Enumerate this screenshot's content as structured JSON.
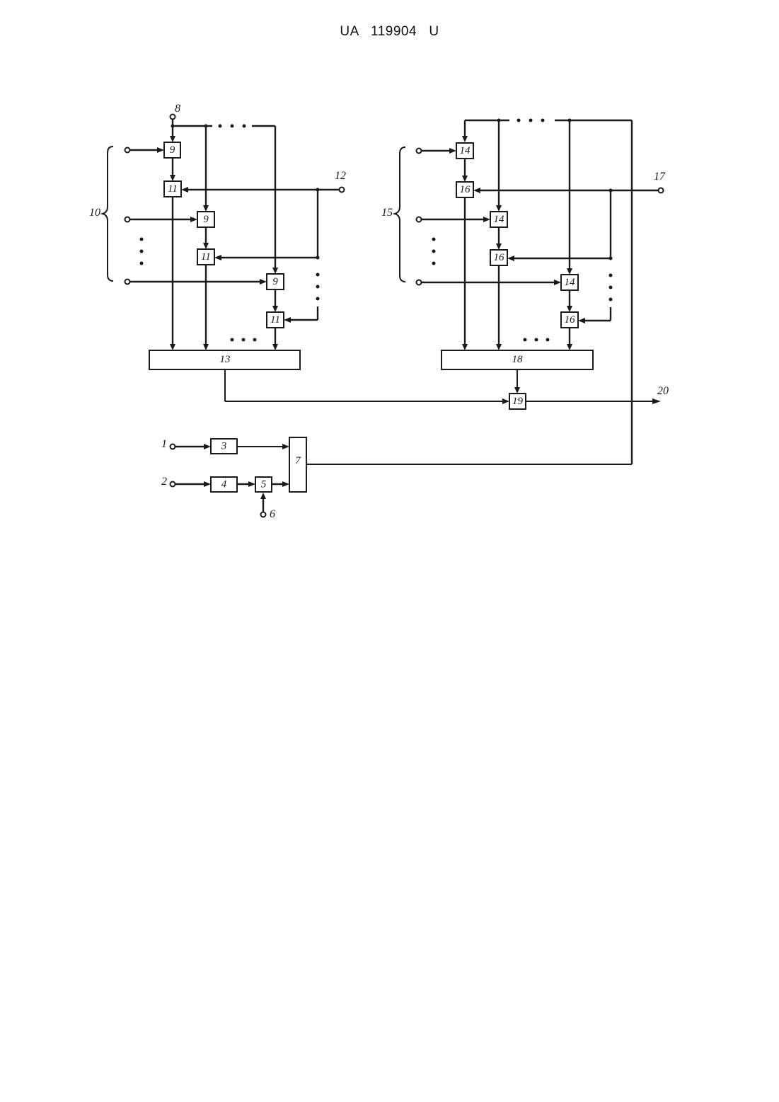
{
  "header": {
    "doc_number": "UA   119904   U"
  },
  "diagram": {
    "blocks": {
      "b3": "3",
      "b4": "4",
      "b5": "5",
      "b7": "7",
      "b9": "9",
      "b11": "11",
      "b13": "13",
      "b14": "14",
      "b16": "16",
      "b18": "18",
      "b19": "19"
    },
    "terminals": {
      "t1": "1",
      "t2": "2",
      "t6": "6",
      "t8": "8",
      "t10": "10",
      "t12": "12",
      "t15": "15",
      "t17": "17",
      "t20": "20"
    }
  }
}
